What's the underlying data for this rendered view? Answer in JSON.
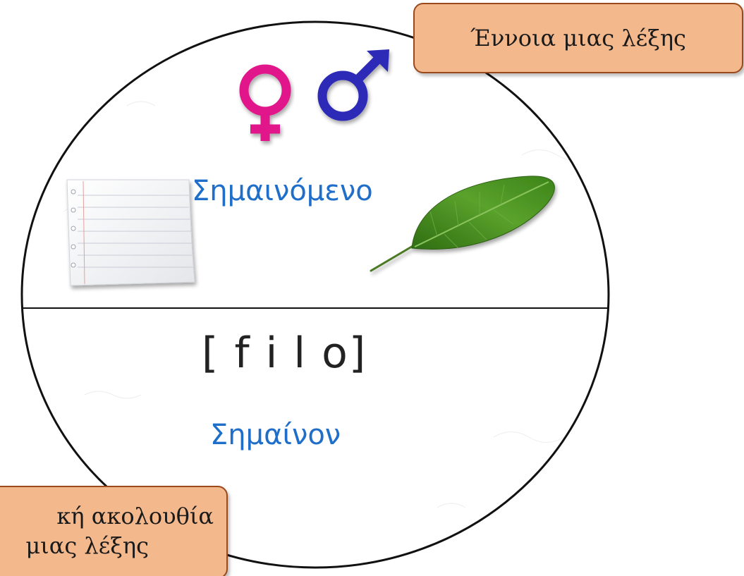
{
  "diagram": {
    "callouts": {
      "top": "Έννοια μιας λέξης",
      "bottom_line1": "κή ακολουθία",
      "bottom_line2": "μιας λέξης"
    },
    "signified_label": "Σημαινόμενο",
    "phonetic_form": "[ f i l o]",
    "signifier_label": "Σημαίνον",
    "icons": [
      "venus-symbol-icon",
      "mars-symbol-icon",
      "notepad-page-icon",
      "green-leaf-icon"
    ],
    "colors": {
      "venus": "#e0148a",
      "mars": "#2e2bb8",
      "leaf": "#3f8a1e",
      "label_blue": "#1f6ec9",
      "callout_fill": "#f4b88d",
      "callout_border": "#9a4a1c"
    }
  }
}
